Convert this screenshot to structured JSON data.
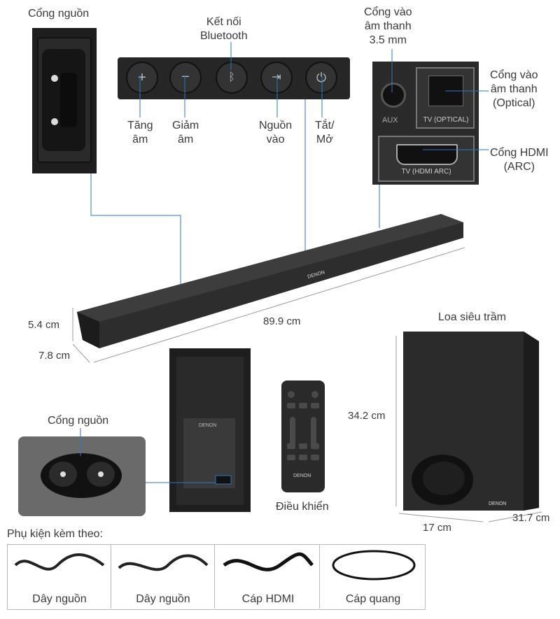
{
  "labels": {
    "power_port_top": "Cổng nguồn",
    "bluetooth": [
      "Kết nối",
      "Bluetooth"
    ],
    "audio_35": [
      "Cổng vào",
      "âm thanh",
      "3.5 mm"
    ],
    "vol_up": [
      "Tăng",
      "âm"
    ],
    "vol_down": [
      "Giảm",
      "âm"
    ],
    "input_source": [
      "Nguồn",
      "vào"
    ],
    "power_toggle": [
      "Tắt/",
      "Mở"
    ],
    "optical_in": [
      "Cổng vào",
      "âm thanh",
      "(Optical)"
    ],
    "hdmi_arc": [
      "Cổng HDMI",
      "(ARC)"
    ],
    "subwoofer": "Loa siêu trầm",
    "power_port_sub": "Cổng nguồn",
    "remote": "Điều khiển",
    "accessories_title": "Phụ kiện kèm theo:"
  },
  "panel_text": {
    "aux": "AUX",
    "tv_optical": "TV (OPTICAL)",
    "tv_hdmi_arc": "TV (HDMI ARC)",
    "brand": "DENON"
  },
  "dimensions": {
    "bar_height": "5.4 cm",
    "bar_depth": "7.8 cm",
    "bar_width": "89.9 cm",
    "sub_height": "34.2 cm",
    "sub_width": "17 cm",
    "sub_depth": "31.7 cm"
  },
  "accessories": [
    {
      "label": "Dây nguồn"
    },
    {
      "label": "Dây nguồn"
    },
    {
      "label": "Cáp HDMI"
    },
    {
      "label": "Cáp quang"
    }
  ],
  "colors": {
    "callout_line": "#2a78c6",
    "device_dark": "#2b2b2b",
    "text": "#3a3a3a"
  }
}
